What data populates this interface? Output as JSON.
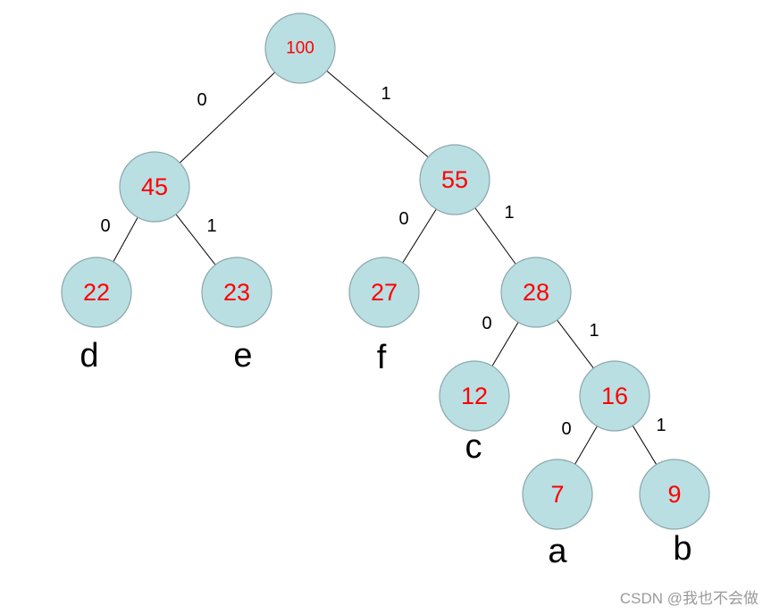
{
  "tree": {
    "nodes": [
      {
        "id": "n100",
        "value": "100"
      },
      {
        "id": "n45",
        "value": "45"
      },
      {
        "id": "n55",
        "value": "55"
      },
      {
        "id": "n22",
        "value": "22"
      },
      {
        "id": "n23",
        "value": "23"
      },
      {
        "id": "n27",
        "value": "27"
      },
      {
        "id": "n28",
        "value": "28"
      },
      {
        "id": "n12",
        "value": "12"
      },
      {
        "id": "n16",
        "value": "16"
      },
      {
        "id": "n7",
        "value": "7"
      },
      {
        "id": "n9",
        "value": "9"
      }
    ],
    "edges": [
      {
        "from": "n100",
        "to": "n45",
        "label": "0"
      },
      {
        "from": "n100",
        "to": "n55",
        "label": "1"
      },
      {
        "from": "n45",
        "to": "n22",
        "label": "0"
      },
      {
        "from": "n45",
        "to": "n23",
        "label": "1"
      },
      {
        "from": "n55",
        "to": "n27",
        "label": "0"
      },
      {
        "from": "n55",
        "to": "n28",
        "label": "1"
      },
      {
        "from": "n28",
        "to": "n12",
        "label": "0"
      },
      {
        "from": "n28",
        "to": "n16",
        "label": "1"
      },
      {
        "from": "n16",
        "to": "n7",
        "label": "0"
      },
      {
        "from": "n16",
        "to": "n9",
        "label": "1"
      }
    ],
    "leaf_labels": [
      {
        "node": "n22",
        "text": "d"
      },
      {
        "node": "n23",
        "text": "e"
      },
      {
        "node": "n27",
        "text": "f"
      },
      {
        "node": "n12",
        "text": "c"
      },
      {
        "node": "n7",
        "text": "a"
      },
      {
        "node": "n9",
        "text": "b"
      }
    ]
  },
  "colors": {
    "node_fill": "#b9dfe3",
    "node_text": "#ff0000",
    "edge": "#000000"
  },
  "watermark": "CSDN @我也不会做"
}
